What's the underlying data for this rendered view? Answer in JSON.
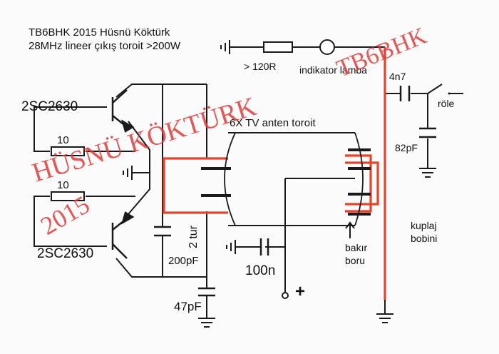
{
  "header": {
    "line1": "TB6BHK  2015  Hüsnü Köktürk",
    "line2": "28MHz lineer çıkış toroit >200W"
  },
  "labels": {
    "transistor_top": "2SC2630",
    "transistor_bottom": "2SC2630",
    "resistor_top": "10",
    "resistor_bottom": "10",
    "cap_200pf": "200pF",
    "turns": "2 tur",
    "cap_47pf": "47pF",
    "cap_100n": "100n",
    "plus": "+",
    "resistor_120r": "> 120R",
    "indicator": "indikator lamba",
    "toroid": "6X TV   anten toroit",
    "cap_4n7": "4n7",
    "relay": "röle",
    "cap_82pf": "82pF",
    "copper_pipe_1": "bakır",
    "copper_pipe_2": "boru",
    "coupling_1": "kuplaj",
    "coupling_2": "bobini"
  },
  "watermarks": {
    "name": "HÜSNÜ KÖKTÜRK",
    "year": "2015",
    "callsign": "TB6BHK"
  },
  "colors": {
    "wire": "#1a1a1a",
    "coupling_wire": "#e8432a",
    "watermark": "#e23b3b"
  }
}
